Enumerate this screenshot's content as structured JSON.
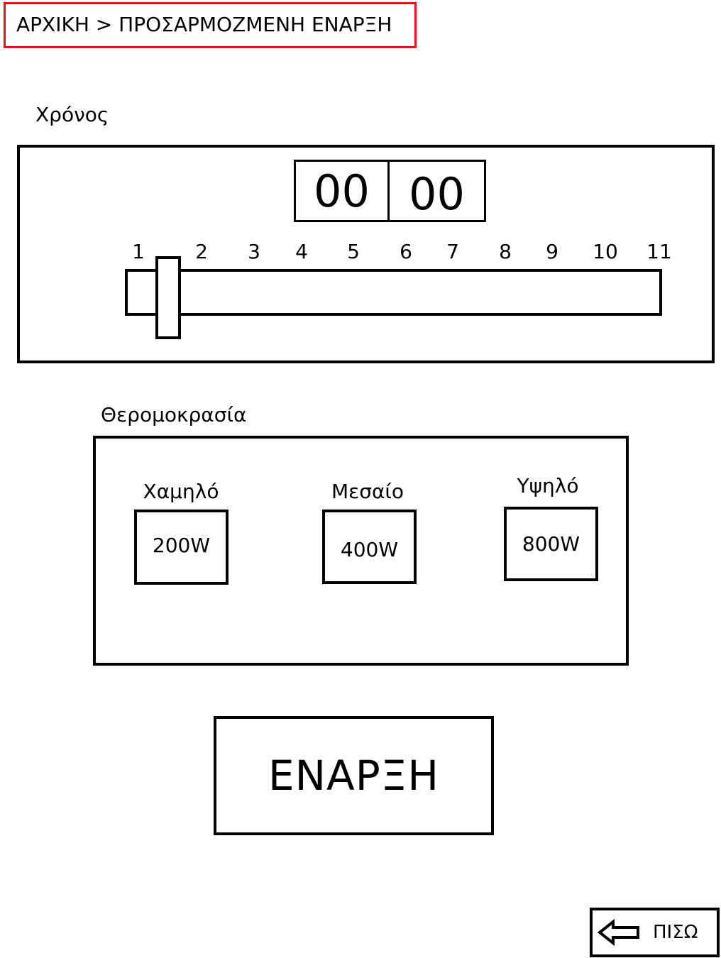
{
  "breadcrumb": {
    "text": "ΑΡΧΙΚΗ > ΠΡΟΣΑΡΜΟΖΜΕΝΗ ΕΝΑΡΞΗ"
  },
  "time": {
    "label": "Χρόνος",
    "hours": "00",
    "minutes": "00",
    "slider": {
      "ticks": [
        "1",
        "2",
        "3",
        "4",
        "5",
        "6",
        "7",
        "8",
        "9",
        "10",
        "11"
      ],
      "value": 1
    }
  },
  "temperature": {
    "label": "Θερομοκρασία",
    "options": [
      {
        "label": "Χαμηλό",
        "value": "200W"
      },
      {
        "label": "Μεσαίο",
        "value": "400W"
      },
      {
        "label": "Υψηλό",
        "value": "800W"
      }
    ]
  },
  "start_button": {
    "label": "ΕΝΑΡΞΗ"
  },
  "back_button": {
    "label": "ΠΙΣΩ",
    "icon": "arrow-left-icon"
  }
}
